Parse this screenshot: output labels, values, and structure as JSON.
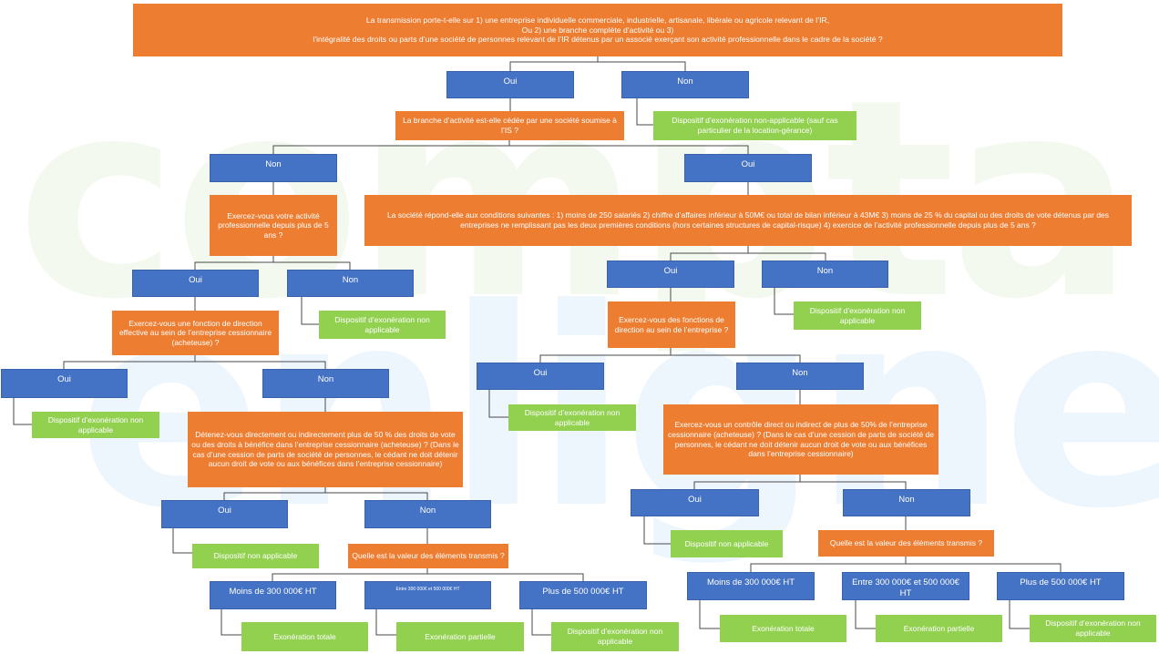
{
  "watermark": {
    "line1": "compta",
    "line2_a": "en",
    "line2_e": "e",
    "line2_b": "ligne"
  },
  "colors": {
    "question": "#ed7d31",
    "answer": "#4472c4",
    "result": "#92d050",
    "connector": "#4a4a4a"
  },
  "q_root": "La transmission porte-t-elle sur 1) une entreprise individuelle commerciale, industrielle, artisanale, libérale ou agricole relevant de l’IR, Ou 2) une branche complète d’activité ou 3) l’intégralité des droits ou parts d’une société de personnes relevant de l’IR détenus par un associé exerçant son activité professionnelle dans le cadre de la société ?",
  "q_root_lines": [
    "La transmission porte-t-elle sur 1) une entreprise individuelle commerciale, industrielle, artisanale, libérale ou agricole relevant de l’IR,",
    "Ou 2) une branche complète d’activité ou 3)",
    "l’intégralité des droits ou parts d’une société de personnes relevant de l’IR détenus par un associé exerçant son activité professionnelle dans le cadre de la société ?"
  ],
  "a_root_oui": "Oui",
  "a_root_non": "Non",
  "q_branche": "La branche d’activité est-elle cédée par une société soumise à l’IS ?",
  "r_root_non": "Dispositif d’exonération non-applicable (sauf cas particulier de la location-gérance)",
  "a_branche_non": "Non",
  "a_branche_oui": "Oui",
  "q_activite5": "Exercez-vous votre activité professionnelle depuis plus de 5 ans ?",
  "q_conditions": "La société répond-elle aux conditions suivantes : 1) moins de 250 salariés 2) chiffre d’affaires inférieur à 50M€ ou total de bilan inférieur à 43M€ 3) moins de 25 % du capital ou des droits de vote détenus par des entreprises ne remplissant pas les deux premières conditions (hors certaines structures de capital-risque) 4) exercice de l’activité professionnelle depuis plus de 5 ans ?",
  "left": {
    "a_act_oui": "Oui",
    "a_act_non": "Non",
    "r_act_non": "Dispositif d’exonération non applicable",
    "q_direction": "Exercez-vous une fonction de direction effective au sein de l’entreprise cessionnaire (acheteuse) ?",
    "a_dir_oui": "Oui",
    "a_dir_non": "Non",
    "r_dir_oui": "Dispositif d’exonération non applicable",
    "q_detenez": "Détenez-vous directement ou indirectement plus de 50 % des droits de vote ou des droits à bénéfice dans l’entreprise cessionnaire (acheteuse) ? (Dans le cas d’une cession de parts de société de personnes, le cédant ne doit détenir aucun droit de vote ou aux bénéfices dans l’entreprise cessionnaire)",
    "a_det_oui": "Oui",
    "a_det_non": "Non",
    "r_det_oui": "Dispositif non applicable",
    "q_valeur": "Quelle est la valeur des éléments transmis ?",
    "a_moins": "Moins de 300 000€ HT",
    "a_entre": "Entre 300 000€ et 500 000€ HT",
    "a_plus": "Plus de 500 000€ HT",
    "r_totale": "Exonération totale",
    "r_partielle": "Exonération partielle",
    "r_plus": "Dispositif d’exonération non applicable"
  },
  "right": {
    "a_cond_oui": "Oui",
    "a_cond_non": "Non",
    "r_cond_non": "Dispositif d’exonération non applicable",
    "q_direction": "Exercez-vous des fonctions de direction au sein de l’entreprise ?",
    "a_dir_oui": "Oui",
    "a_dir_non": "Non",
    "r_dir_oui": "Dispositif d’exonération non applicable",
    "q_controle": "Exercez-vous un contrôle direct ou indirect de plus de 50% de l’entreprise cessionnaire (acheteuse) ? (Dans le cas d’une cession de parts de société de personnes, le cédant ne doit détenir aucun droit de vote ou aux bénéfices dans l’entreprise cessionnaire)",
    "a_ctrl_oui": "Oui",
    "a_ctrl_non": "Non",
    "r_ctrl_oui": "Dispositif non applicable",
    "q_valeur": "Quelle est la valeur des éléments transmis ?",
    "a_moins": "Moins de 300 000€ HT",
    "a_entre": "Entre 300 000€ et 500 000€ HT",
    "a_plus": "Plus de 500 000€ HT",
    "r_totale": "Exonération totale",
    "r_partielle": "Exonération partielle",
    "r_plus": "Dispositif d’exonération non applicable"
  }
}
